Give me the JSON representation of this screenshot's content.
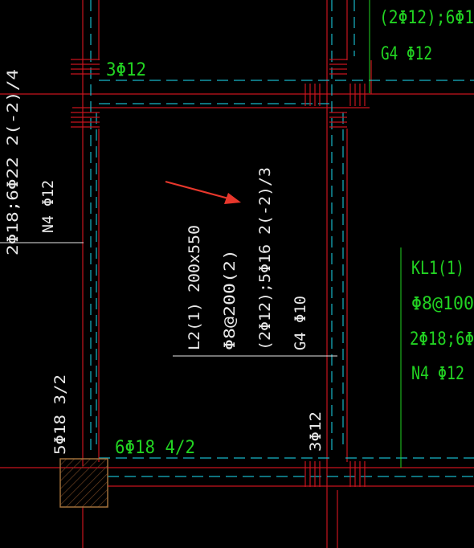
{
  "colors": {
    "background": "#000000",
    "beam_red": "#c8141e",
    "axis_cyan": "#17b7c8",
    "text_white": "#e8e8e8",
    "text_green": "#22d322",
    "column_brown": "#8a5a2c",
    "arrow": "#e8372c"
  },
  "annotations": {
    "top_right_1": "(2Φ12);6Φ1",
    "top_right_2": "G4 Φ12",
    "top_bar": "3Φ12",
    "left_vertical_1": "2Φ18;6Φ22 2(-2)/4",
    "left_vertical_2": "N4 Φ12",
    "l2_line1": "L2(1) 200x550",
    "l2_line2": "Φ8@200(2)",
    "l2_line3": "(2Φ12);5Φ16 2(-2)/3",
    "l2_line4": "G4 Φ10",
    "kl1_line1": "KL1(1)",
    "kl1_line2": "Φ8@100",
    "kl1_line3": "2Φ18;6Φ",
    "kl1_line4": "N4 Φ12",
    "bottom_left_vertical": "5Φ18 3/2",
    "bottom_bar": "6Φ18 4/2",
    "bottom_right_vertical": "3Φ12"
  }
}
